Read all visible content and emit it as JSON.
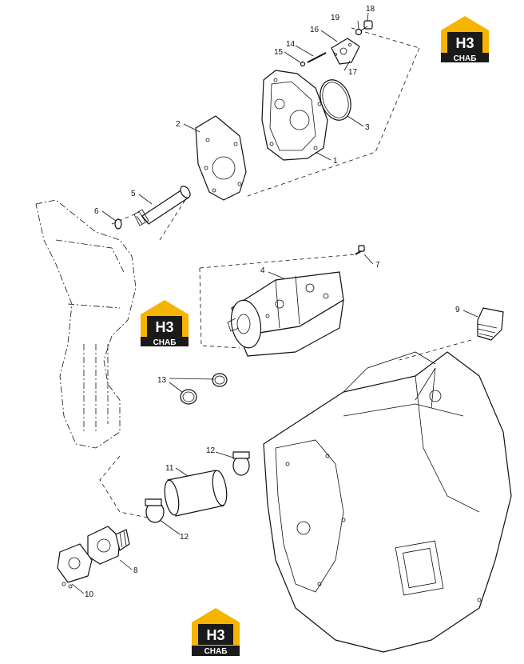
{
  "callouts": {
    "c1": "1",
    "c2": "2",
    "c3": "3",
    "c4": "4",
    "c5": "5",
    "c6": "6",
    "c7": "7",
    "c8": "8",
    "c9": "9",
    "c10": "10",
    "c11": "11",
    "c12a": "12",
    "c12b": "12",
    "c13": "13",
    "c14": "14",
    "c15": "15",
    "c16": "16",
    "c17": "17",
    "c18": "18",
    "c19": "19"
  },
  "logo": {
    "mark": "H3",
    "caption": "СНАБ",
    "color": "#f5b400",
    "dark": "#1a1a1a"
  }
}
